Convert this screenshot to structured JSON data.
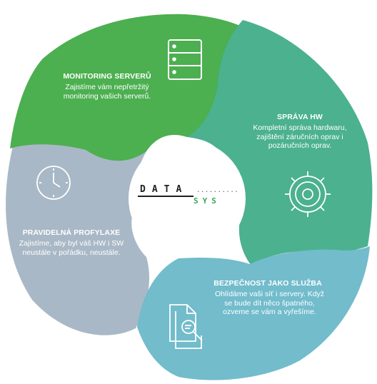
{
  "logo": {
    "top": "DATA",
    "dots": "..........",
    "bottom": "SYS"
  },
  "segments": [
    {
      "key": "monitoring",
      "title": "MONITORING SERVERŮ",
      "lines": [
        "Zajistíme vám nepřetržitý",
        "monitoring vašich serverů."
      ],
      "color": "#4caf50",
      "icon": "database-icon"
    },
    {
      "key": "sprava",
      "title": "SPRÁVA HW",
      "lines": [
        "Kompletní správa hardwaru,",
        "zajištění záručních oprav i",
        "pozáručních oprav."
      ],
      "color": "#4bb18f",
      "icon": "gear-icon"
    },
    {
      "key": "bezpecnost",
      "title": "BEZPEČNOST JAKO SLUŽBA",
      "lines": [
        "Ohlídáme vaši síť i servery. Když",
        "se bude dít něco špatného,",
        "ozveme se vám a vyřešíme."
      ],
      "color": "#72bccc",
      "icon": "document-search-icon"
    },
    {
      "key": "profylaxe",
      "title": "PRAVIDELNÁ PROFYLAXE",
      "lines": [
        "Zajistíme, aby byl váš HW i SW",
        "neustále v pořádku, neustále."
      ],
      "color": "#a9b8c6",
      "icon": "clock-icon"
    }
  ]
}
